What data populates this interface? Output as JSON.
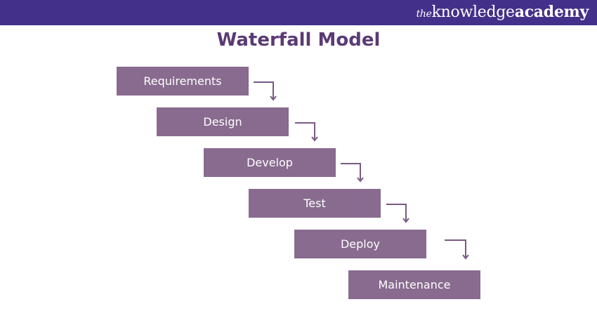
{
  "header": {
    "brand_prefix": "the",
    "brand_main": "knowledge",
    "brand_suffix": "academy",
    "background_color": "#43308a"
  },
  "diagram": {
    "title": "Waterfall Model",
    "box_color": "#886b8f",
    "arrow_color": "#7a5a85",
    "steps": [
      {
        "label": "Requirements"
      },
      {
        "label": "Design"
      },
      {
        "label": "Develop"
      },
      {
        "label": "Test"
      },
      {
        "label": "Deploy"
      },
      {
        "label": "Maintenance"
      }
    ]
  }
}
